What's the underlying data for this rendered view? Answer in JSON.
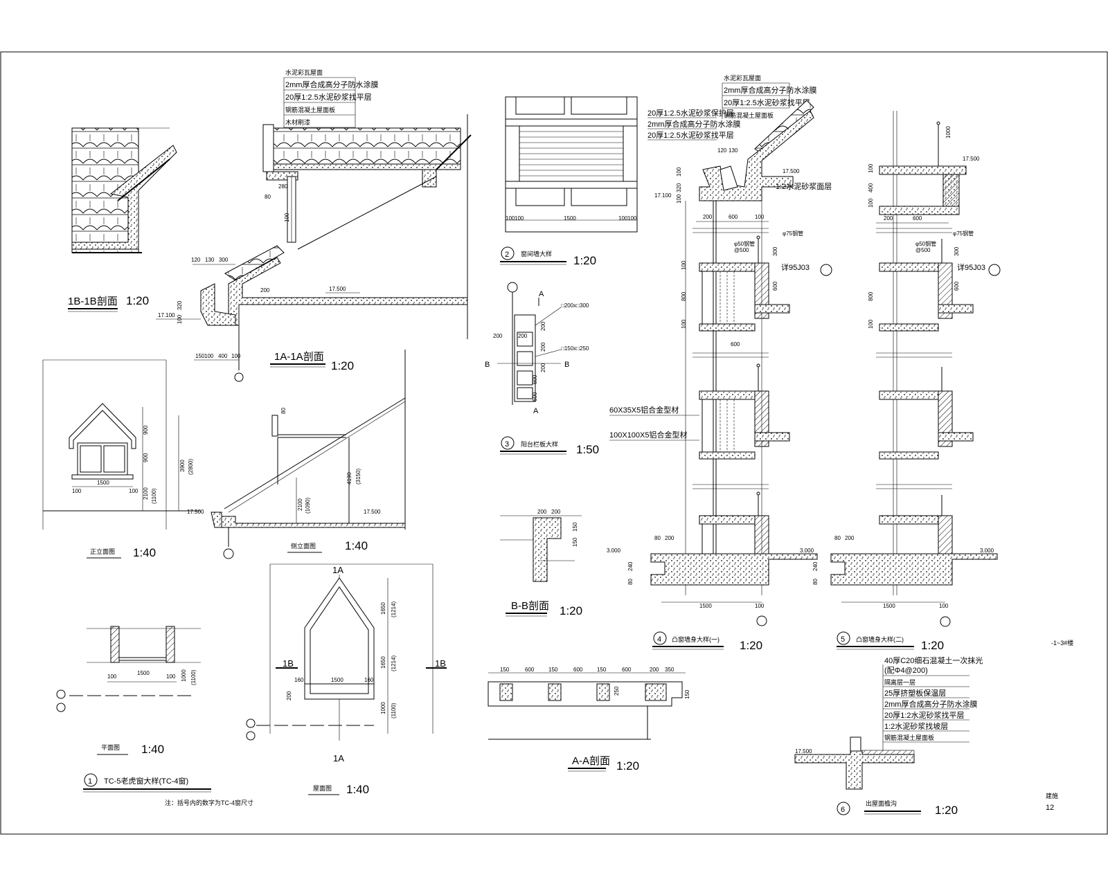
{
  "sheet": {
    "range_note": "-1~3#楼",
    "page_label": "建施",
    "page_number": "12"
  },
  "details": {
    "d1b": {
      "title": "1B-1B剖面",
      "scale": "1:20"
    },
    "d1a": {
      "title": "1A-1A剖面",
      "scale": "1:20",
      "notes": [
        "水泥彩瓦屋面",
        "2mm厚合成高分子防水涂膜",
        "20厚1:2.5水泥砂浆找平层",
        "钢筋混凝土屋面板",
        "木材刷漆"
      ],
      "dims": [
        "120",
        "130",
        "300",
        "200",
        "17.500",
        "17.100",
        "320",
        "100",
        "280",
        "80",
        "100",
        "150",
        "100",
        "400",
        "100"
      ]
    },
    "front_elev": {
      "title": "正立面图",
      "scale": "1:40",
      "dims": [
        "1500",
        "100",
        "100",
        "900",
        "900",
        "2100",
        "(1100)",
        "3900",
        "(2800)",
        "17.500"
      ]
    },
    "side_elev": {
      "title": "侧立面图",
      "scale": "1:40",
      "dims": [
        "80",
        "4190",
        "(3150)",
        "2100",
        "(1090)",
        "17.500"
      ]
    },
    "plan": {
      "title": "平面图",
      "scale": "1:40",
      "dims": [
        "1500",
        "100",
        "100",
        "1000",
        "(1100)"
      ]
    },
    "roof_plan": {
      "title": "屋面图",
      "scale": "1:40",
      "labels": [
        "1A",
        "1B",
        "1B",
        "1A"
      ],
      "dims": [
        "1650",
        "(1214)",
        "1650",
        "(1214)",
        "160",
        "1500",
        "160",
        "200",
        "1000",
        "(1100)"
      ]
    },
    "legend": {
      "number": "1",
      "title": "TC-5老虎窗大样(TC-4窗)",
      "note": "注：括号内的数字为TC-4窗尺寸"
    },
    "d2": {
      "number": "2",
      "title": "窗间墙大样",
      "scale": "1:20",
      "dims": [
        "100",
        "100",
        "1500",
        "100",
        "100"
      ]
    },
    "d3": {
      "number": "3",
      "title": "阳台栏板大样",
      "scale": "1:50",
      "labels": [
        "A",
        "A",
        "B",
        "B"
      ],
      "dims": [
        "200",
        "200",
        "200",
        "200",
        "200",
        "600",
        "600",
        "□200x□300",
        "□150x□250"
      ]
    },
    "bb": {
      "title": "B-B剖面",
      "scale": "1:20",
      "dims": [
        "200",
        "200",
        "150",
        "150"
      ]
    },
    "aa": {
      "title": "A-A剖面",
      "scale": "1:20",
      "dims": [
        "150",
        "600",
        "150",
        "600",
        "150",
        "600",
        "200",
        "350",
        "250",
        "150"
      ]
    },
    "d4": {
      "number": "4",
      "title": "凸窗墙身大样(一)",
      "scale": "1:20",
      "notes": [
        "水泥彩瓦屋面",
        "2mm厚合成高分子防水涂膜",
        "20厚1:2.5水泥砂浆找平层",
        "钢筋混凝土屋面板",
        "20厚1:2.5水泥砂浆保护层",
        "2mm厚合成高分子防水涂膜",
        "20厚1:2.5水泥砂浆找平层",
        "1:2水泥砂浆面层"
      ],
      "labels": [
        "60X35X5铝合金型材",
        "100X100X5铝合金型材",
        "φ75钢管",
        "φ50钢管",
        "@500",
        "详95J03"
      ],
      "dims": [
        "120",
        "130",
        "200",
        "600",
        "100",
        "17.500",
        "17.100",
        "100",
        "320",
        "100",
        "300",
        "600",
        "100",
        "600",
        "800",
        "100",
        "80",
        "200",
        "3.000",
        "240",
        "80",
        "1500",
        "100"
      ]
    },
    "d5": {
      "number": "5",
      "title": "凸窗墙身大样(二)",
      "scale": "1:20",
      "labels": [
        "φ75钢管",
        "φ50钢管",
        "@500",
        "详95J03"
      ],
      "dims": [
        "1000",
        "17.500",
        "100",
        "400",
        "100",
        "200",
        "600",
        "300",
        "600",
        "800",
        "100",
        "80",
        "200",
        "3.000",
        "240",
        "80",
        "1500",
        "100"
      ]
    },
    "d6": {
      "number": "6",
      "title": "出屋面檐沟",
      "scale": "1:20",
      "notes": [
        "40厚C20细石混凝土一次抹光",
        "(配Φ4@200)",
        "隔离层一层",
        "25厚挤塑板保温层",
        "2mm厚合成高分子防水涂膜",
        "20厚1:2水泥砂浆找平层",
        "1:2水泥砂浆找坡层",
        "钢筋混凝土屋面板"
      ],
      "dims": [
        "17.500"
      ]
    }
  }
}
